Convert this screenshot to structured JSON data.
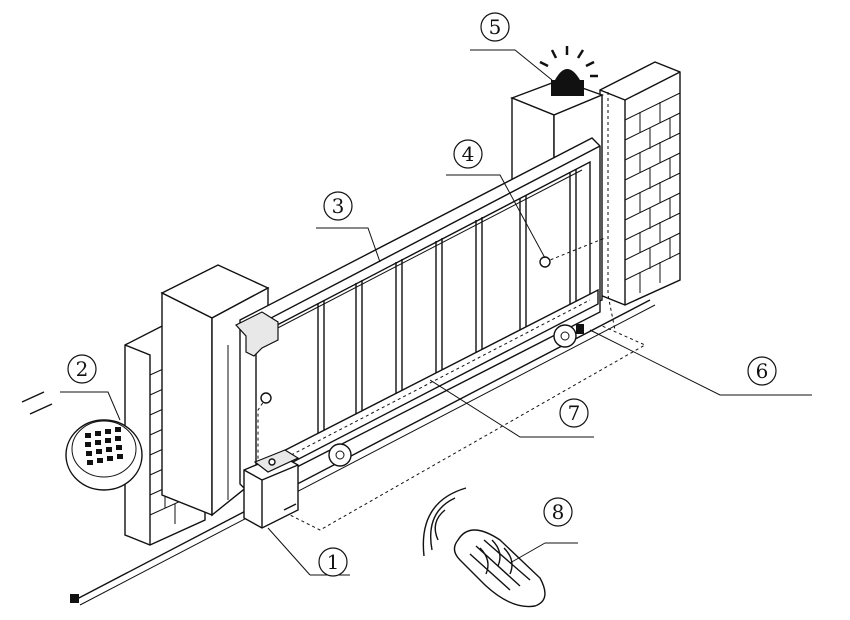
{
  "callouts": [
    {
      "id": "motor",
      "label": "1"
    },
    {
      "id": "keypad",
      "label": "2"
    },
    {
      "id": "gate",
      "label": "3"
    },
    {
      "id": "sensor",
      "label": "4"
    },
    {
      "id": "lamp",
      "label": "5"
    },
    {
      "id": "wall",
      "label": "6"
    },
    {
      "id": "rack",
      "label": "7"
    },
    {
      "id": "remote",
      "label": "8"
    }
  ]
}
